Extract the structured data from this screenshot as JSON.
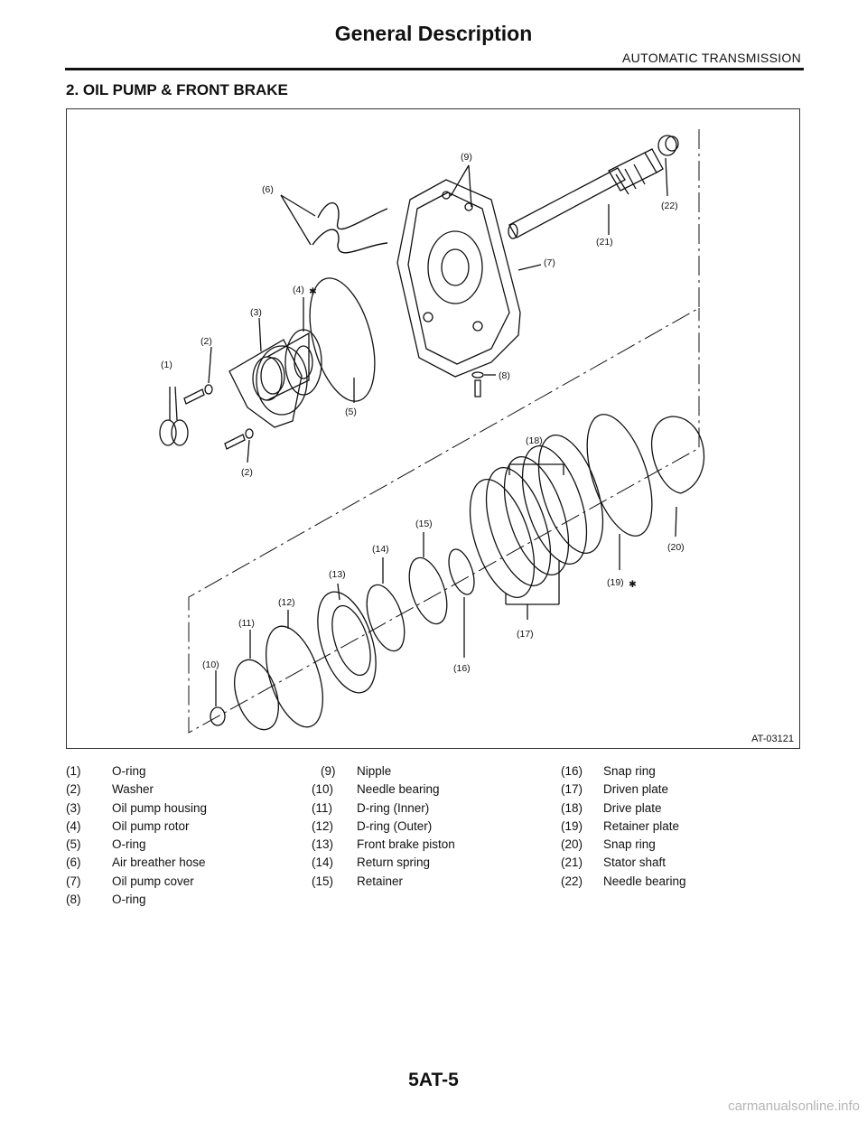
{
  "header": {
    "title": "General Description",
    "section": "AUTOMATIC TRANSMISSION"
  },
  "section_title": "2.  OIL PUMP & FRONT BRAKE",
  "figure": {
    "id": "AT-03121",
    "callouts": {
      "c1": "(1)",
      "c2a": "(2)",
      "c2b": "(2)",
      "c3": "(3)",
      "c4": "(4)",
      "c5": "(5)",
      "c6": "(6)",
      "c7": "(7)",
      "c8": "(8)",
      "c9": "(9)",
      "c10": "(10)",
      "c11": "(11)",
      "c12": "(12)",
      "c13": "(13)",
      "c14": "(14)",
      "c15": "(15)",
      "c16": "(16)",
      "c17": "(17)",
      "c18": "(18)",
      "c19": "(19)",
      "c20": "(20)",
      "c21": "(21)",
      "c22": "(22)"
    },
    "star": "✱"
  },
  "legend": {
    "col1": [
      {
        "num": "(1)",
        "name": "O-ring"
      },
      {
        "num": "(2)",
        "name": "Washer"
      },
      {
        "num": "(3)",
        "name": "Oil pump housing"
      },
      {
        "num": "(4)",
        "name": "Oil pump rotor"
      },
      {
        "num": "(5)",
        "name": "O-ring"
      },
      {
        "num": "(6)",
        "name": "Air breather hose"
      },
      {
        "num": "(7)",
        "name": "Oil pump cover"
      },
      {
        "num": "(8)",
        "name": "O-ring"
      }
    ],
    "col2": [
      {
        "num": "(9)",
        "name": "Nipple"
      },
      {
        "num": "(10)",
        "name": "Needle bearing"
      },
      {
        "num": "(11)",
        "name": "D-ring (Inner)"
      },
      {
        "num": "(12)",
        "name": "D-ring (Outer)"
      },
      {
        "num": "(13)",
        "name": "Front brake piston"
      },
      {
        "num": "(14)",
        "name": "Return spring"
      },
      {
        "num": "(15)",
        "name": "Retainer"
      }
    ],
    "col3": [
      {
        "num": "(16)",
        "name": "Snap ring"
      },
      {
        "num": "(17)",
        "name": "Driven plate"
      },
      {
        "num": "(18)",
        "name": "Drive plate"
      },
      {
        "num": "(19)",
        "name": "Retainer plate"
      },
      {
        "num": "(20)",
        "name": "Snap ring"
      },
      {
        "num": "(21)",
        "name": "Stator shaft"
      },
      {
        "num": "(22)",
        "name": "Needle bearing"
      }
    ]
  },
  "footer": {
    "page": "5AT-5",
    "watermark": "carmanualsonline.info"
  }
}
